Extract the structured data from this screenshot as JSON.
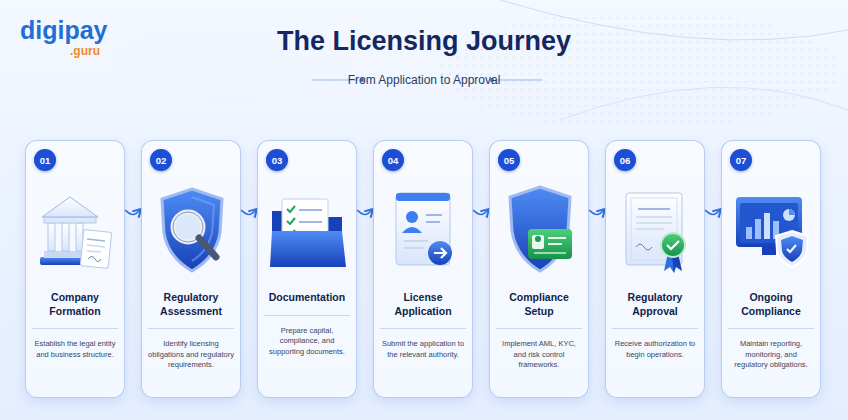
{
  "diagram": {
    "title": "The Licensing Journey",
    "nodes": [
      {
        "text": [
          "Company Formation",
          "Establish the legal entity and business structure."
        ]
      },
      {
        "text": [
          "01"
        ],
        "in": 0
      },
      {
        "text": [
          "Regulatory Assessment",
          "Identify licensing obligations and regulatory requirements."
        ]
      },
      {
        "text": [
          "02"
        ],
        "in": 2
      },
      {
        "text": [
          "Documentation",
          "Prepare capital, compliance, and supporting documents."
        ]
      },
      {
        "text": [
          "03"
        ],
        "in": 4
      },
      {
        "text": [
          "License Application",
          "Submit the application to the relevant authority."
        ]
      },
      {
        "text": [
          "04"
        ],
        "in": 6
      },
      {
        "text": [
          "Compliance Setup",
          "Implement AML, KYC, and risk control frameworks."
        ]
      },
      {
        "text": [
          "05"
        ],
        "in": 8
      },
      {
        "text": [
          "Regulatory Approval",
          "Receive authorization to begin operations."
        ]
      },
      {
        "text": [
          "06"
        ],
        "in": 10
      },
      {
        "text": [
          "Ongoing Compliance",
          "Maintain reporting, monitoring, and regulatory obligations."
        ]
      },
      {
        "text": [
          "07"
        ],
        "in": 12
      }
    ],
    "edges": [
      {
        "from": 0,
        "to": 2,
        "arrow": "to"
      },
      {
        "from": 2,
        "to": 4,
        "arrow": "to"
      },
      {
        "from": 4,
        "to": 6,
        "arrow": "to"
      },
      {
        "from": 6,
        "to": 8,
        "arrow": "to"
      },
      {
        "from": 8,
        "to": 10,
        "arrow": "to"
      },
      {
        "from": 10,
        "to": 12,
        "arrow": "to"
      }
    ],
    "labels": [
      "digipay",
      ".guru",
      "From Application to Approval"
    ]
  }
}
